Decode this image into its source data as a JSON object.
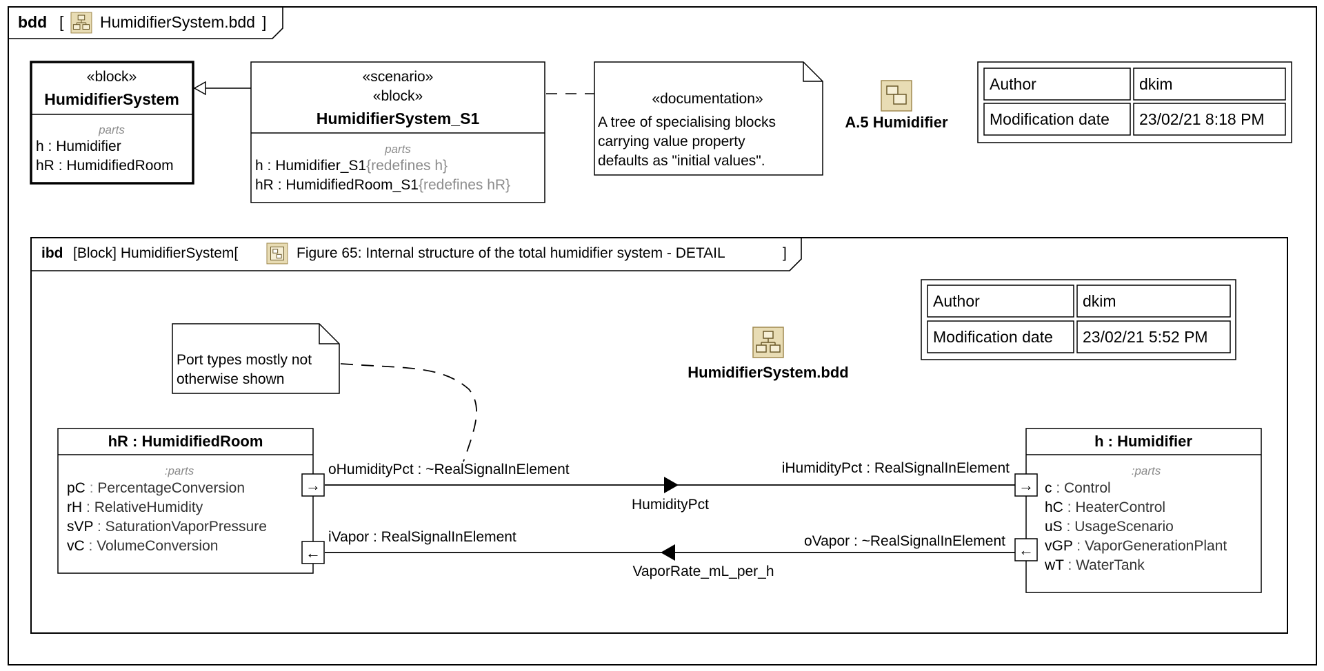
{
  "outer_frame": {
    "kind": "bdd",
    "title": "HumidifierSystem.bdd",
    "bracket_open": "[",
    "bracket_close": "]"
  },
  "block_humidifier_system": {
    "stereotype": "«block»",
    "name": "HumidifierSystem",
    "compartment": "parts",
    "parts": [
      {
        "name": "h",
        "sep": " : ",
        "type": "Humidifier"
      },
      {
        "name": "hR",
        "sep": " : ",
        "type": "HumidifiedRoom"
      }
    ]
  },
  "block_scenario": {
    "stereotype1": "«scenario»",
    "stereotype2": "«block»",
    "name": "HumidifierSystem_S1",
    "compartment": "parts",
    "parts": [
      {
        "name": "h",
        "sep": " : ",
        "type": "Humidifier_S1",
        "constraint": "{redefines h}"
      },
      {
        "name": "hR",
        "sep": " : ",
        "type": "HumidifiedRoom_S1",
        "constraint": "{redefines hR}"
      }
    ]
  },
  "documentation_note": {
    "stereotype": "«documentation»",
    "lines": [
      "A tree of specialising blocks",
      "carrying value property",
      "defaults as \"initial values\"."
    ]
  },
  "package_link": {
    "label": "A.5 Humidifier"
  },
  "info_table_outer": {
    "rows": [
      {
        "key": "Author",
        "value": "dkim"
      },
      {
        "key": "Modification date",
        "value": "23/02/21 8:18 PM"
      }
    ]
  },
  "ibd_frame": {
    "kind": "ibd",
    "qualifier": "[Block] HumidifierSystem[",
    "title": "Figure 65: Internal structure of the total humidifier system - DETAIL",
    "bracket_close": "]"
  },
  "info_table_inner": {
    "rows": [
      {
        "key": "Author",
        "value": "dkim"
      },
      {
        "key": "Modification date",
        "value": "23/02/21 5:52 PM"
      }
    ]
  },
  "diagram_link": {
    "label": "HumidifierSystem.bdd"
  },
  "port_note": {
    "lines": [
      "Port types mostly not",
      "otherwise shown"
    ]
  },
  "part_room": {
    "title": "hR : HumidifiedRoom",
    "compartment": ":parts",
    "parts": [
      {
        "name": "pC",
        "sep": " : ",
        "type": "PercentageConversion"
      },
      {
        "name": "rH",
        "sep": " : ",
        "type": "RelativeHumidity"
      },
      {
        "name": "sVP",
        "sep": " : ",
        "type": "SaturationVaporPressure"
      },
      {
        "name": "vC",
        "sep": " : ",
        "type": "VolumeConversion"
      }
    ]
  },
  "part_humidifier": {
    "title": "h : Humidifier",
    "compartment": ":parts",
    "parts": [
      {
        "name": "c",
        "sep": " : ",
        "type": "Control"
      },
      {
        "name": "hC",
        "sep": " : ",
        "type": "HeaterControl"
      },
      {
        "name": "uS",
        "sep": " : ",
        "type": "UsageScenario"
      },
      {
        "name": "vGP",
        "sep": " : ",
        "type": "VaporGenerationPlant"
      },
      {
        "name": "wT",
        "sep": " : ",
        "type": "WaterTank"
      }
    ]
  },
  "connectors": {
    "humidity": {
      "source_port": "oHumidityPct : ~RealSignalInElement",
      "target_port": "iHumidityPct : RealSignalInElement",
      "item_flow": "HumidityPct"
    },
    "vapor": {
      "source_port": "oVapor : ~RealSignalInElement",
      "target_port": "iVapor : RealSignalInElement",
      "item_flow": "VaporRate_mL_per_h"
    }
  },
  "port_glyphs": {
    "in_arrow": "→",
    "out_arrow": "←"
  }
}
